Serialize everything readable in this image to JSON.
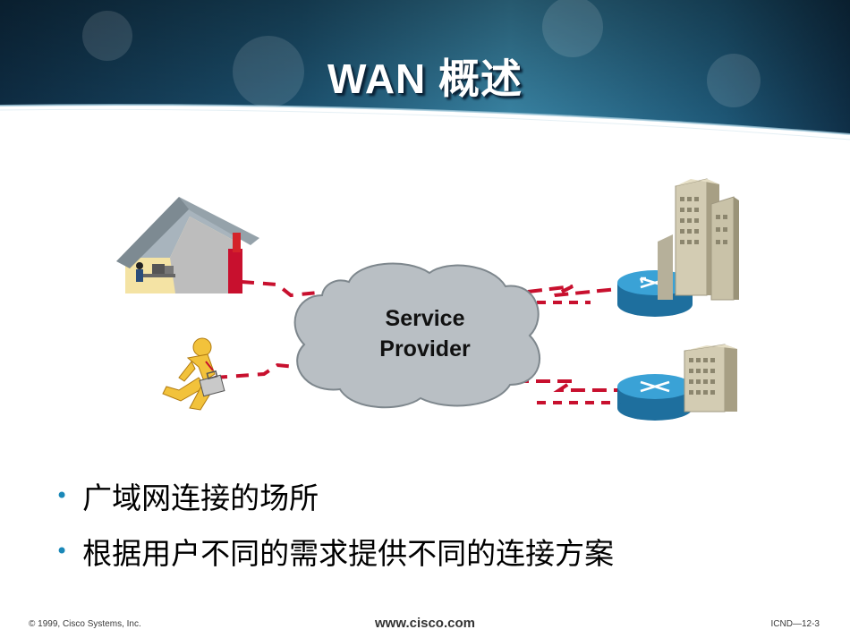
{
  "slide": {
    "title": "WAN  概述",
    "cloud": {
      "line1": "Service",
      "line2": "Provider"
    },
    "bullets": [
      "广域网连接的场所",
      "根据用户不同的需求提供不同的连接方案"
    ],
    "footer": {
      "copyright": "© 1999, Cisco Systems, Inc.",
      "url": "www.cisco.com",
      "page": "ICND—12-3"
    }
  },
  "colors": {
    "header_dark": "#123a55",
    "header_light": "#3f88a8",
    "link_red": "#c8102e",
    "router_blue": "#2c8fc4",
    "cloud_gray": "#b9bfc4",
    "bullet_blue": "#1a88b8"
  },
  "icons": [
    "house-icon",
    "mobile-user-icon",
    "service-provider-cloud-icon",
    "router-icon",
    "office-building-icon"
  ]
}
